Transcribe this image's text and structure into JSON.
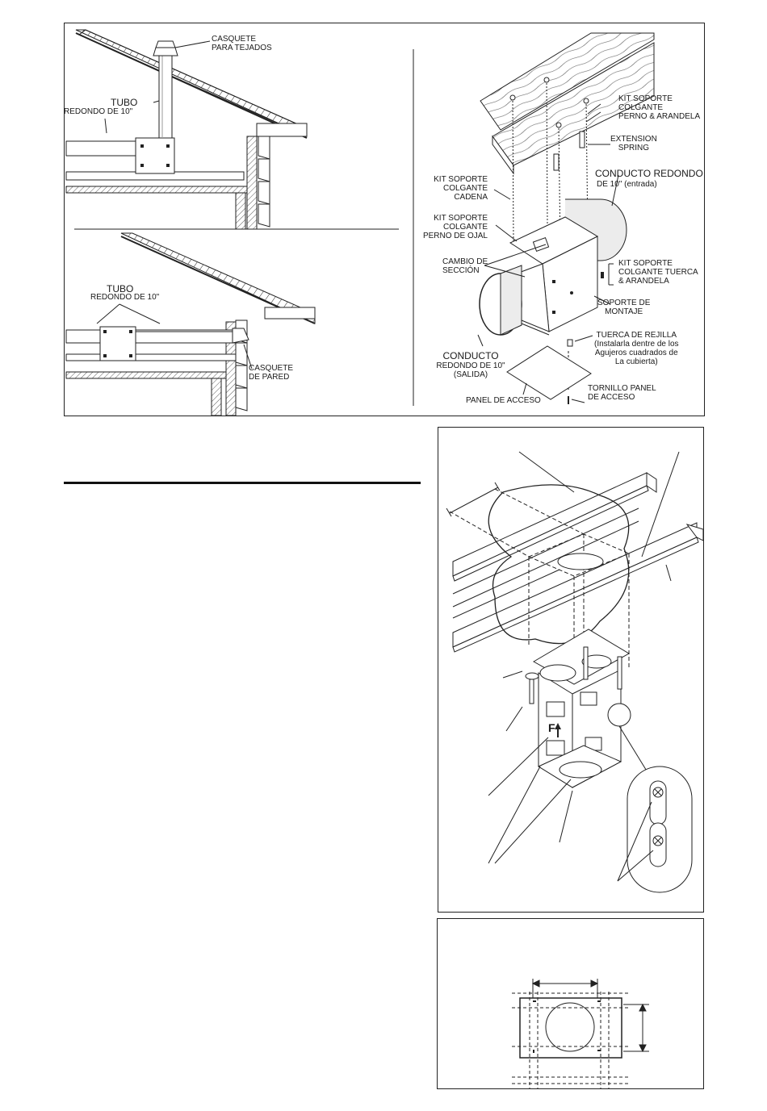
{
  "top_panel": {
    "roof_diagram": {
      "roof_cap": [
        "CASQUETE",
        "PARA TEJADOS"
      ],
      "pipe_title": "TUBO",
      "pipe_size": "REDONDO DE 10\""
    },
    "wall_diagram": {
      "pipe_title": "TUBO",
      "pipe_size": "REDONDO DE 10\"",
      "wall_cap": [
        "CASQUETE",
        "DE PARED"
      ]
    },
    "exploded_view": {
      "hanger_bolt_washer": [
        "KIT SOPORTE",
        "COLGANTE",
        "PERNO & ARANDELA"
      ],
      "extension_spring": [
        "EXTENSION",
        "SPRING"
      ],
      "inlet_duct_title": "CONDUCTO REDONDO",
      "inlet_duct_size": "DE 10\" (entrada)",
      "hanger_chain": [
        "KIT SOPORTE",
        "COLGANTE",
        "CADENA"
      ],
      "hanger_eye_bolt": [
        "KIT SOPORTE",
        "COLGANTE",
        "PERNO DE OJAL"
      ],
      "section_change": [
        "CAMBIO DE",
        "SECCIÓN"
      ],
      "hanger_nut_washer": [
        "KIT SOPORTE",
        "COLGANTE TUERCA",
        "& ARANDELA"
      ],
      "mounting_bracket": [
        "SOPORTE DE",
        "MONTAJE"
      ],
      "grille_nut": [
        "TUERCA DE REJILLA",
        "(Instalarla dentre de los",
        "Agujeros cuadrados de",
        "La cubierta)"
      ],
      "outlet_duct_title": "CONDUCTO",
      "outlet_duct_size": [
        "REDONDO DE 10\"",
        "(SALIDA)"
      ],
      "access_panel": "PANEL DE ACCESO",
      "access_panel_screw": [
        "TORNILLO PANEL",
        "DE ACCESO"
      ]
    }
  },
  "mid_panel": {
    "airflow_mark": "F"
  },
  "colors": {
    "line": "#1a1a1a",
    "wood": "#f4f4f4",
    "duct": "#ececec"
  }
}
